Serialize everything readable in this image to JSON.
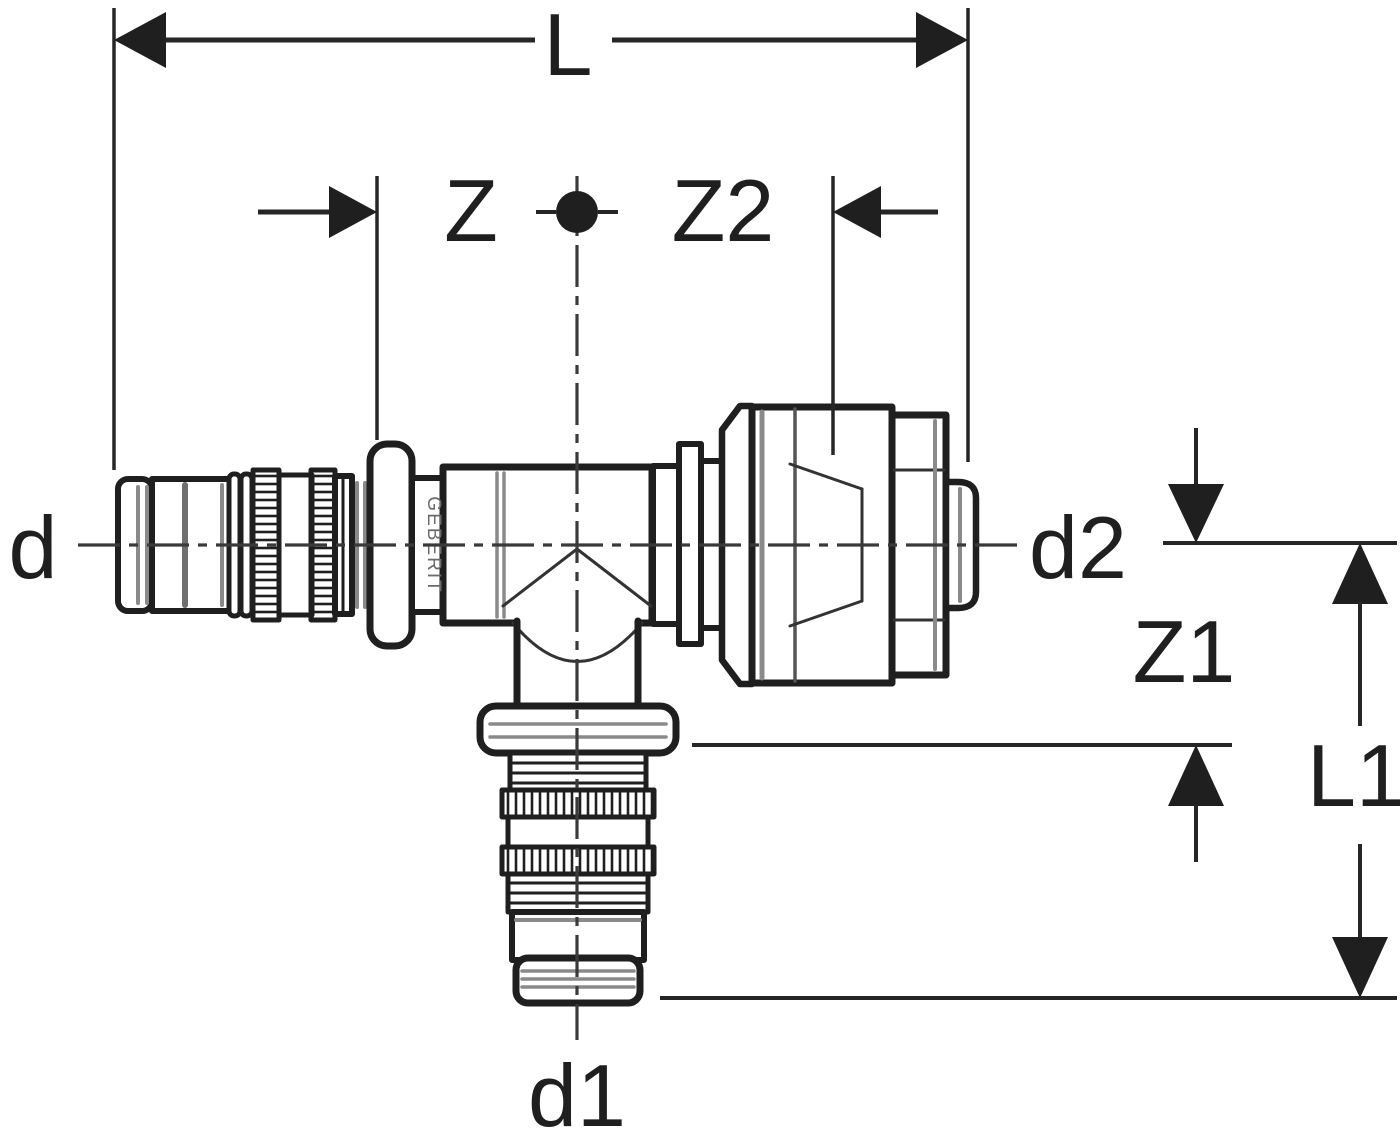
{
  "diagram": {
    "kind": "technical-drawing",
    "subject": "T-piece press fitting with union nut, side elevation with dimension lines",
    "background": "#ffffff",
    "line_color": "#1f1f1f",
    "shading_color": "#8a8a8a",
    "body_marking": "GEBERIT",
    "labels": {
      "overall_length": "L",
      "offset_left": "Z",
      "offset_right": "Z2",
      "diameter_left": "d",
      "diameter_right": "d2",
      "branch_offset": "Z1",
      "branch_length": "L1",
      "branch_diameter": "d1"
    }
  }
}
